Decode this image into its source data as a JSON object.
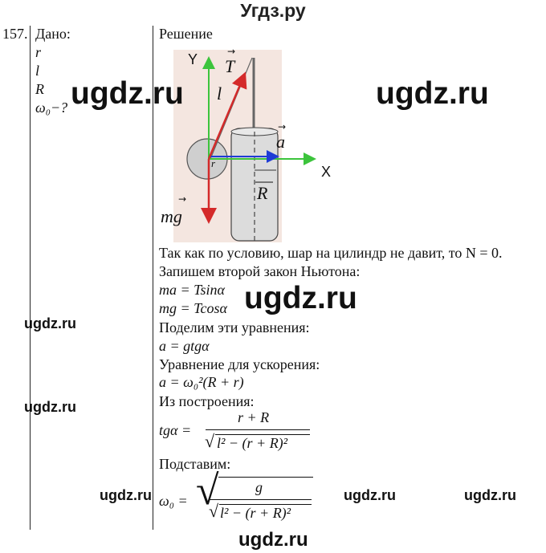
{
  "site_title": "Угдз.ру",
  "watermark": "ugdz.ru",
  "problem_number": "157.",
  "given": {
    "label": "Дано:",
    "vars": [
      "r",
      "l",
      "R"
    ],
    "unknown": "ω₀−?"
  },
  "solution": {
    "heading": "Решение",
    "lines": {
      "l1": "Так как по условию, шар на цилиндр не давит, то N = 0.",
      "l2": "Запишем второй закон Ньютона:",
      "eq1": "ma = Tsinα",
      "eq2": "mg = Tcosα",
      "l3": "Поделим эти уравнения:",
      "eq3": "a = gtgα",
      "l4": "Уравнение для ускорения:",
      "eq4": "a = ω₀²(R + r)",
      "l5": "Из построения:",
      "eq5_lhs": "tgα =",
      "eq5_num": "r + R",
      "eq5_den": "l² − (r + R)²",
      "l6": "Подставим:",
      "eq6_lhs": "ω₀ =",
      "eq6_num": "g",
      "eq6_den": "l² − (r + R)²"
    }
  },
  "figure": {
    "axis_y": "Y",
    "axis_x": "X",
    "label_T": "T",
    "label_a": "a",
    "label_l": "l",
    "label_R": "R",
    "label_mg": "mg",
    "label_r": "r",
    "colors": {
      "tension": "#d42a2a",
      "gravity": "#d42a2a",
      "accel": "#1e3cd6",
      "axes": "#3cc43c",
      "background": "#f4e6e0"
    }
  }
}
